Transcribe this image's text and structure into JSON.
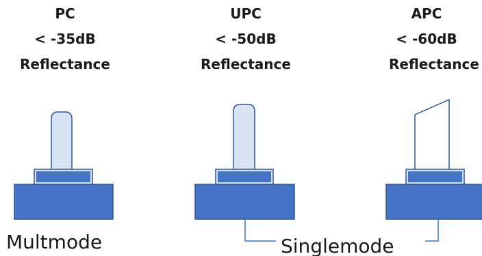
{
  "connectors": [
    {
      "type": "PC",
      "loss": "< -35dB",
      "reflectance_label": "Reflectance"
    },
    {
      "type": "UPC",
      "loss": "< -50dB",
      "reflectance_label": "Reflectance"
    },
    {
      "type": "APC",
      "loss": "< -60dB",
      "reflectance_label": "Reflectance"
    }
  ],
  "labels": {
    "multimode": "Multmode",
    "singlemode": "Singlemode"
  },
  "colors": {
    "base": "#4472c4",
    "base_outline": "#2f5597",
    "ferrule": "#dae3f3",
    "outline": "#2f5597",
    "bracket": "#4472c4"
  }
}
